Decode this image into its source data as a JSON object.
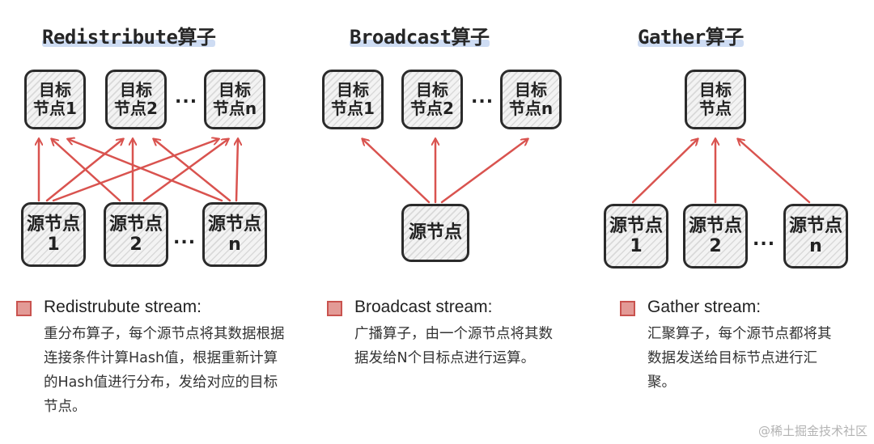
{
  "panels": [
    {
      "title": "Redistribute算子",
      "targets": [
        {
          "line1": "目标",
          "line2": "节点1"
        },
        {
          "line1": "目标",
          "line2": "节点2"
        },
        {
          "line1": "目标",
          "line2": "节点n"
        }
      ],
      "sources": [
        {
          "line1": "源节点",
          "line2": "1"
        },
        {
          "line1": "源节点",
          "line2": "2"
        },
        {
          "line1": "源节点",
          "line2": "n"
        }
      ],
      "ellipsis": "...",
      "legend_title": "Redistrubute stream:",
      "legend_text": "重分布算子，每个源节点将其数据根据连接条件计算Hash值，根据重新计算的Hash值进行分布，发给对应的目标节点。"
    },
    {
      "title": "Broadcast算子",
      "targets": [
        {
          "line1": "目标",
          "line2": "节点1"
        },
        {
          "line1": "目标",
          "line2": "节点2"
        },
        {
          "line1": "目标",
          "line2": "节点n"
        }
      ],
      "sources": [
        {
          "line1": "源节点",
          "line2": ""
        }
      ],
      "ellipsis": "...",
      "legend_title": "Broadcast stream:",
      "legend_text": "广播算子，由一个源节点将其数据发给N个目标点进行运算。"
    },
    {
      "title": "Gather算子",
      "targets": [
        {
          "line1": "目标",
          "line2": "节点"
        }
      ],
      "sources": [
        {
          "line1": "源节点",
          "line2": "1"
        },
        {
          "line1": "源节点",
          "line2": "2"
        },
        {
          "line1": "源节点",
          "line2": "n"
        }
      ],
      "ellipsis": "...",
      "legend_title": "Gather stream:",
      "legend_text": "汇聚算子，每个源节点都将其数据发送给目标节点进行汇聚。"
    }
  ],
  "watermark": "@稀土掘金技术社区",
  "colors": {
    "arrow": "#d9534f",
    "node_border": "#2b2b2b",
    "legend_swatch": "#e39a96",
    "title_highlight": "#c9d8f2"
  }
}
